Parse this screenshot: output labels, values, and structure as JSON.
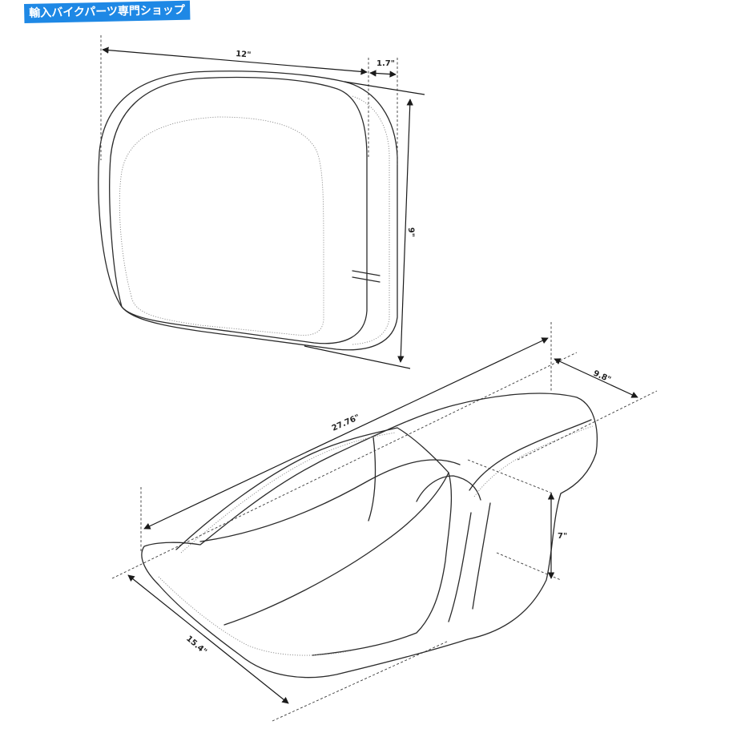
{
  "banner": {
    "text": "輸入バイクパーツ専門ショップ",
    "bg": "#1e88e5",
    "color": "#ffffff"
  },
  "backrest": {
    "width_label": "12\"",
    "depth_label": "1.7\"",
    "height_label": "9\""
  },
  "seat": {
    "length_label": "27.76\"",
    "rear_width_label": "9.8\"",
    "height_label": "7\"",
    "front_width_label": "15.4\""
  }
}
